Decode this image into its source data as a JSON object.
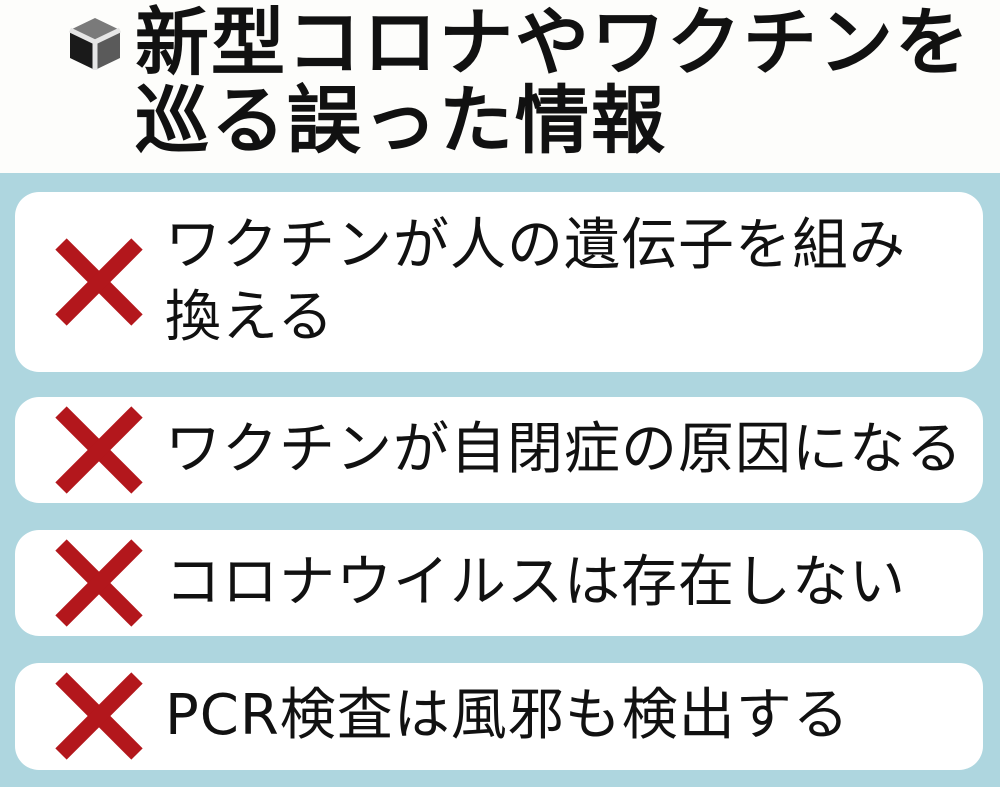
{
  "header": {
    "icon": "cube-icon",
    "title": "新型コロナやワクチンを\n巡る誤った情報"
  },
  "colors": {
    "panel_background": "#aed6df",
    "card_background": "#ffffff",
    "x_mark": "#b3171c",
    "text": "#111111"
  },
  "items": [
    {
      "icon": "x-mark-icon",
      "text": "ワクチンが人の遺伝子を組み\n換える"
    },
    {
      "icon": "x-mark-icon",
      "text": "ワクチンが自閉症の原因になる"
    },
    {
      "icon": "x-mark-icon",
      "text": "コロナウイルスは存在しない"
    },
    {
      "icon": "x-mark-icon",
      "text": "PCR検査は風邪も検出する"
    }
  ]
}
